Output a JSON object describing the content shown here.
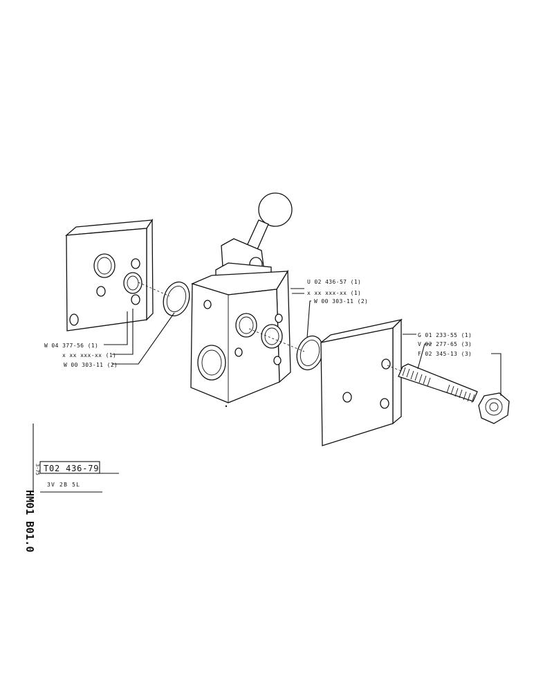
{
  "sheet": {
    "figure_code": "HM01 B01.0",
    "date": "3-75",
    "drawing_number": "T02 436-79",
    "description": "3V 2B 5L"
  },
  "callouts": {
    "left_block": "W 04 377-56 (1)",
    "left_screw": "x xx xxx-xx (1)",
    "left_ring": "W 00 303-11 (2)",
    "valve_body": "U 02 436-57 (1)",
    "valve_screw": "x xx xxx-xx (1)",
    "valve_ring": "W 00 303-11 (2)",
    "cover_plate": "G 01 233-55 (1)",
    "bolt": "V 02 277-65 (3)",
    "nut": "F 02 345-13 (3)"
  }
}
